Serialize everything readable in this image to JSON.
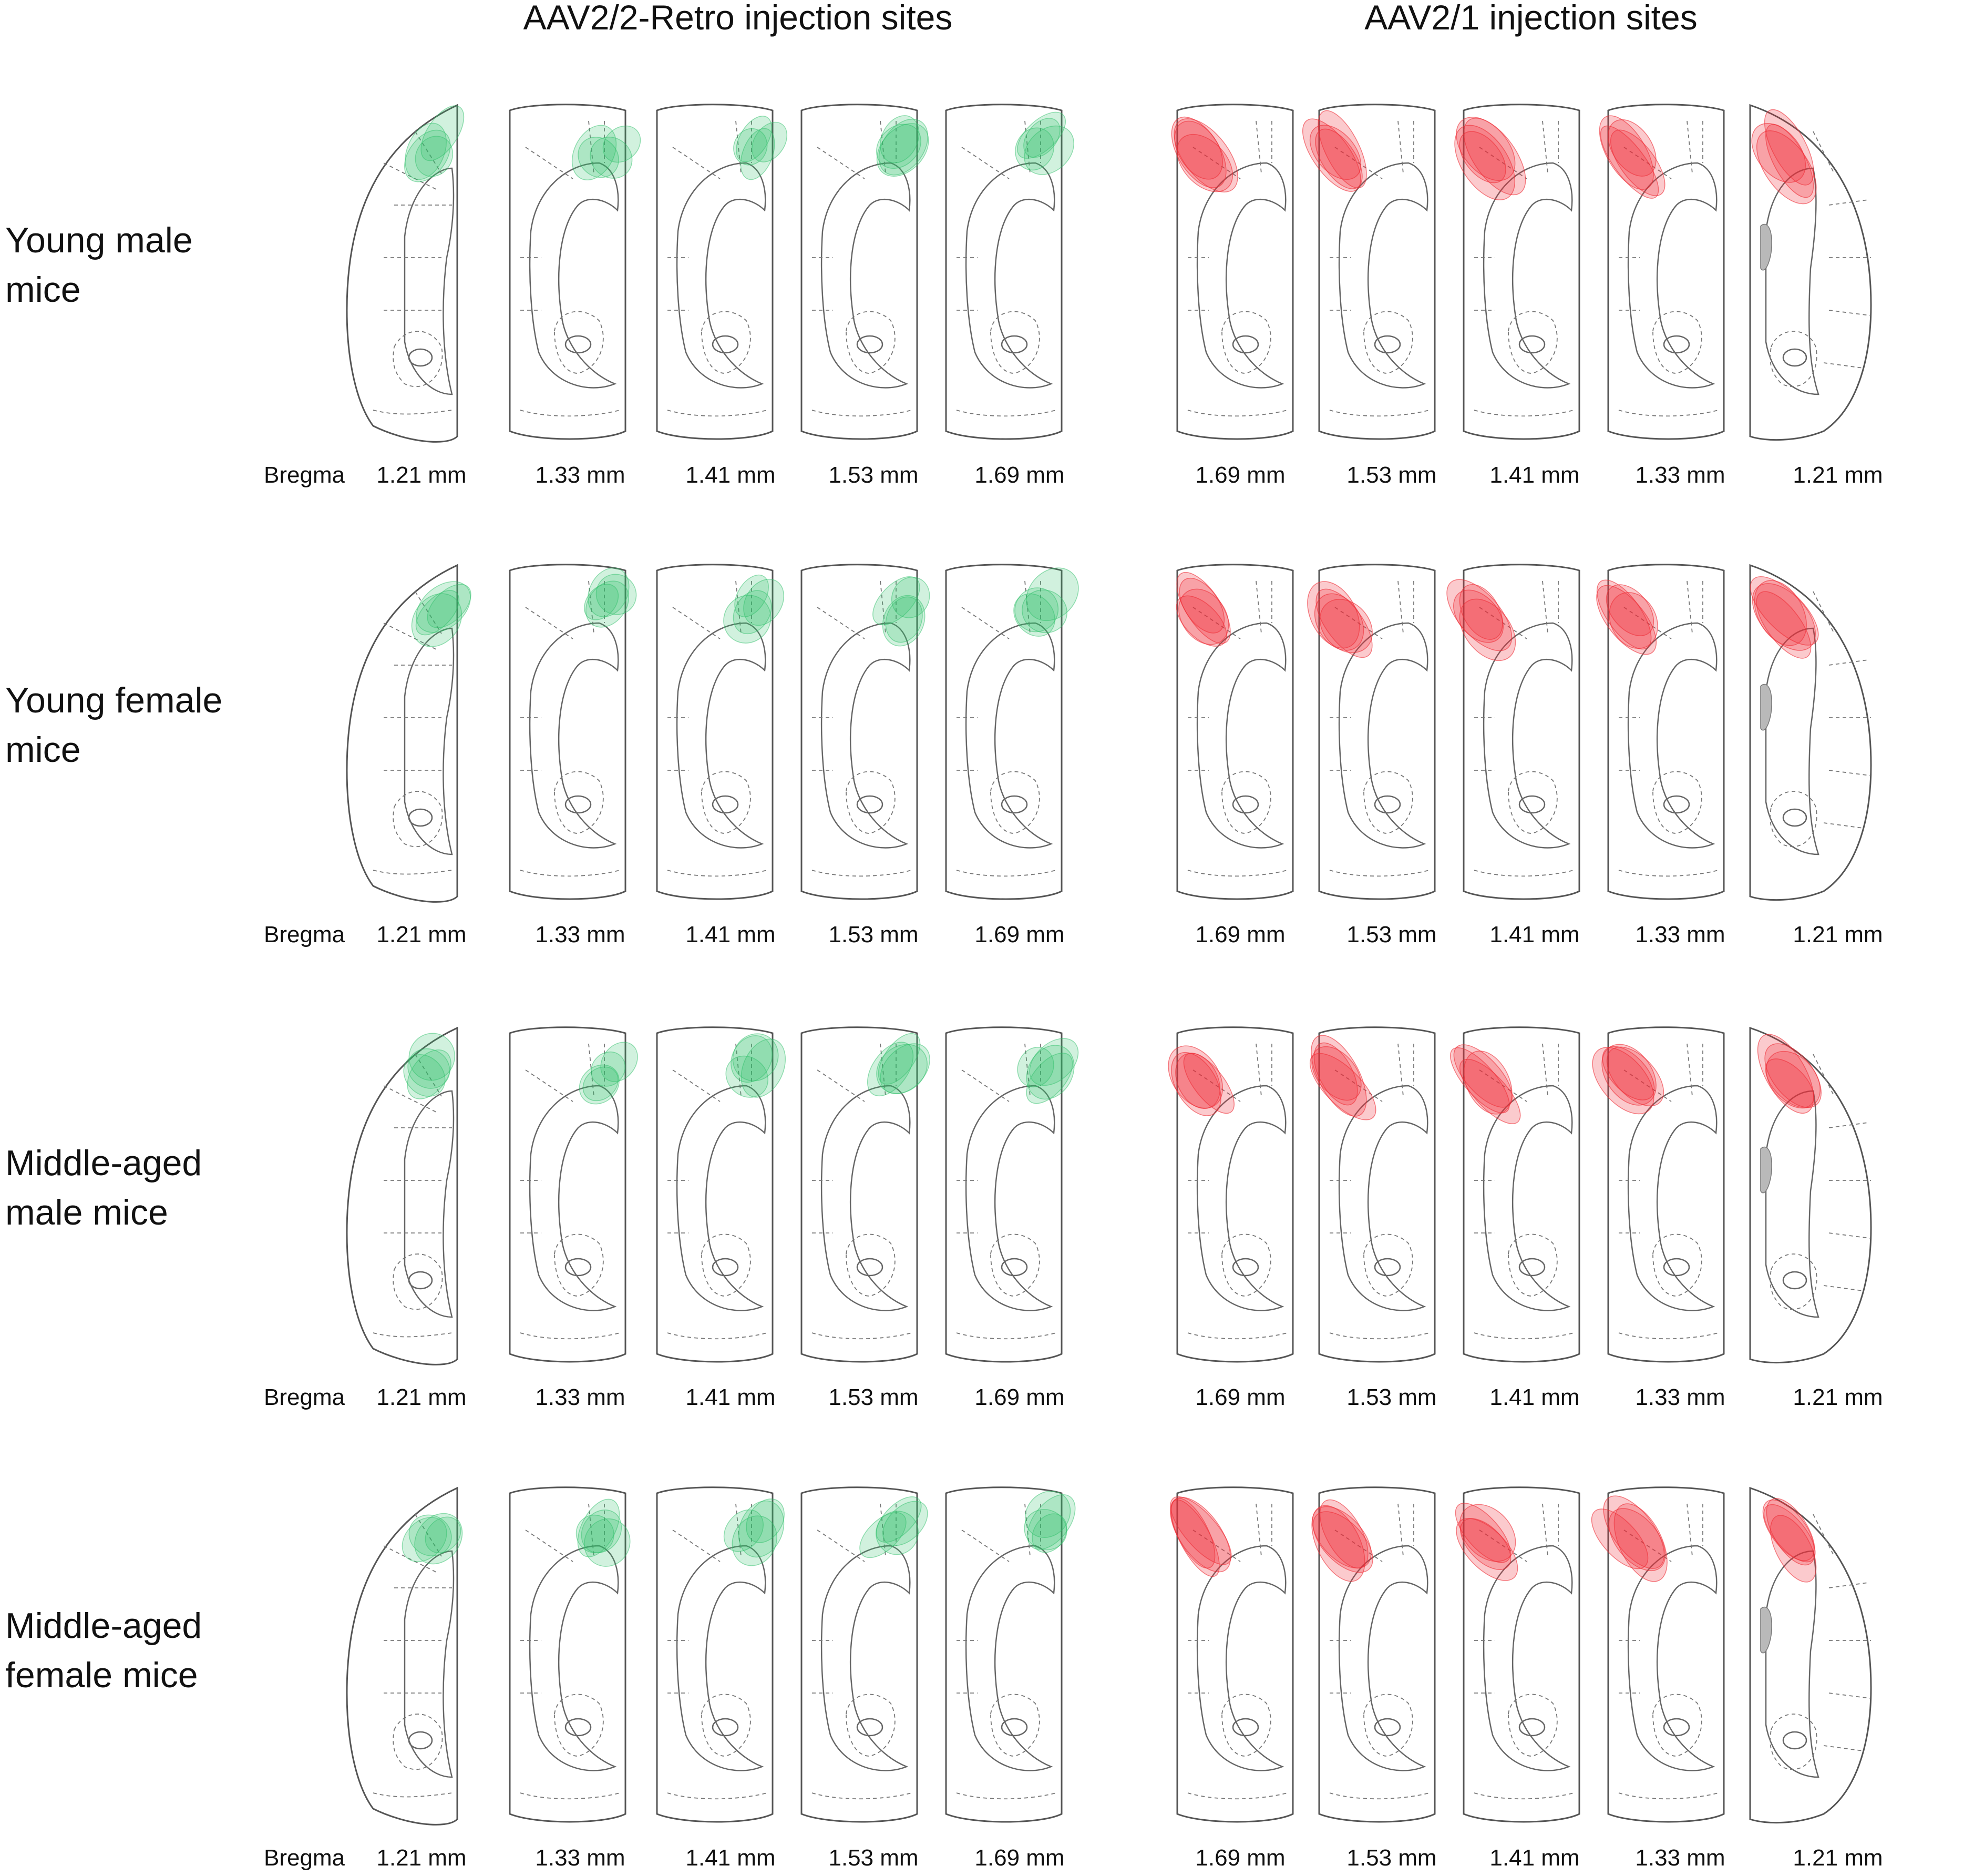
{
  "columns": [
    {
      "title": "AAV2/2-Retro injection sites",
      "color": "#2fbf6a",
      "bregma_word": "Bregma",
      "bregma_labels": [
        "1.21 mm",
        "1.33 mm",
        "1.41 mm",
        "1.53 mm",
        "1.69 mm"
      ]
    },
    {
      "title": "AAV2/1 injection sites",
      "color": "#ee2d36",
      "bregma_labels": [
        "1.69 mm",
        "1.53 mm",
        "1.41 mm",
        "1.33 mm",
        "1.21 mm"
      ]
    }
  ],
  "rows": [
    {
      "label_lines": [
        "Young male",
        "mice"
      ]
    },
    {
      "label_lines": [
        "Young female",
        "mice"
      ]
    },
    {
      "label_lines": [
        "Middle-aged",
        "male mice"
      ]
    },
    {
      "label_lines": [
        "Middle-aged",
        "female mice"
      ]
    }
  ],
  "colors": {
    "retro_green": "#2fbf6a",
    "aav1_red": "#ee2d36",
    "outline": "#555555"
  }
}
